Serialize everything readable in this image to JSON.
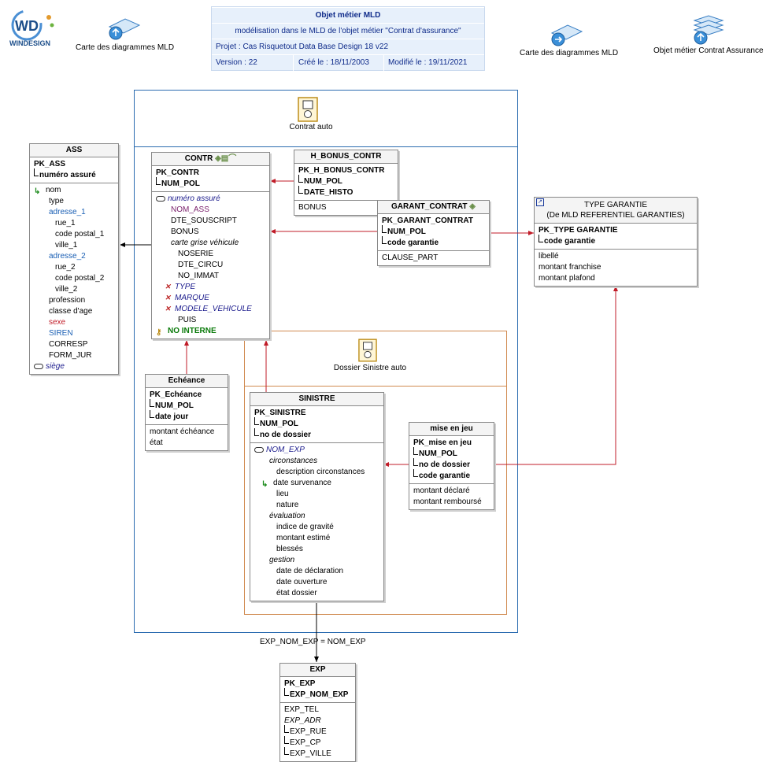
{
  "header": {
    "title": "Objet métier MLD",
    "subtitle": "modélisation dans le MLD de l'objet métier \"Contrat d'assurance\"",
    "project": "Projet : Cas Risquetout Data Base Design 18 v22",
    "version": "Version : 22",
    "created": "Créé le : 18/11/2003",
    "modified": "Modifié le : 19/11/2021"
  },
  "logo": {
    "mark": "WD",
    "name": "WINDESIGN"
  },
  "nav": {
    "left_label": "Carte des diagrammes MLD",
    "right_label": "Carte des diagrammes MLD",
    "object_label": "Objet métier Contrat Assurance"
  },
  "frames": {
    "contrat_auto": "Contrat auto",
    "dossier_sinistre": "Dossier Sinistre auto"
  },
  "relation_label": "EXP_NOM_EXP = NOM_EXP",
  "tables": {
    "ass": {
      "name": "ASS",
      "pk": "PK_ASS",
      "pk_cols": [
        "numéro assuré"
      ],
      "cols": [
        "nom",
        "type",
        "adresse_1",
        "rue_1",
        "code postal_1",
        "ville_1",
        "adresse_2",
        "rue_2",
        "code postal_2",
        "ville_2",
        "profession",
        "classe d'age",
        "sexe",
        "SIREN",
        "CORRESP",
        "FORM_JUR",
        "siège"
      ]
    },
    "contr": {
      "name": "CONTR",
      "pk": "PK_CONTR",
      "pk_cols": [
        "NUM_POL"
      ],
      "cols": [
        "numéro assuré",
        "NOM_ASS",
        "DTE_SOUSCRIPT",
        "BONUS",
        "carte grise véhicule",
        "NOSERIE",
        "DTE_CIRCU",
        "NO_IMMAT",
        "TYPE",
        "MARQUE",
        "MODELE_VEHICULE",
        "PUIS",
        "NO INTERNE"
      ]
    },
    "h_bonus": {
      "name": "H_BONUS_CONTR",
      "pk": "PK_H_BONUS_CONTR",
      "pk_cols": [
        "NUM_POL",
        "DATE_HISTO"
      ],
      "cols": [
        "BONUS"
      ]
    },
    "garant": {
      "name": "GARANT_CONTRAT",
      "pk": "PK_GARANT_CONTRAT",
      "pk_cols": [
        "NUM_POL",
        "code garantie"
      ],
      "cols": [
        "CLAUSE_PART"
      ]
    },
    "type_garantie": {
      "name": "TYPE GARANTIE",
      "subtitle": "(De MLD REFERENTIEL GARANTIES)",
      "pk": "PK_TYPE GARANTIE",
      "pk_cols": [
        "code garantie"
      ],
      "cols": [
        "libellé",
        "montant franchise",
        "montant plafond"
      ]
    },
    "echeance": {
      "name": "Echéance",
      "pk": "PK_Echéance",
      "pk_cols": [
        "NUM_POL",
        "date jour"
      ],
      "cols": [
        "montant échéance",
        "état"
      ]
    },
    "sinistre": {
      "name": "SINISTRE",
      "pk": "PK_SINISTRE",
      "pk_cols": [
        "NUM_POL",
        "no de dossier"
      ],
      "cols": [
        "NOM_EXP",
        "circonstances",
        "description circonstances",
        "date survenance",
        "lieu",
        "nature",
        "évaluation",
        "indice de gravité",
        "montant estimé",
        "blessés",
        "gestion",
        "date de déclaration",
        "date ouverture",
        "état dossier"
      ]
    },
    "mise_en_jeu": {
      "name": "mise en jeu",
      "pk": "PK_mise en jeu",
      "pk_cols": [
        "NUM_POL",
        "no de dossier",
        "code garantie"
      ],
      "cols": [
        "montant déclaré",
        "montant remboursé"
      ]
    },
    "exp": {
      "name": "EXP",
      "pk": "PK_EXP",
      "pk_cols": [
        "EXP_NOM_EXP"
      ],
      "cols": [
        "EXP_TEL",
        "EXP_ADR",
        "EXP_RUE",
        "EXP_CP",
        "EXP_VILLE"
      ]
    }
  },
  "colors": {
    "relation": "#c01c28",
    "frame_blue": "#2b6cb0",
    "frame_orange": "#d08a50",
    "header_bg": "#e7f0fb"
  }
}
